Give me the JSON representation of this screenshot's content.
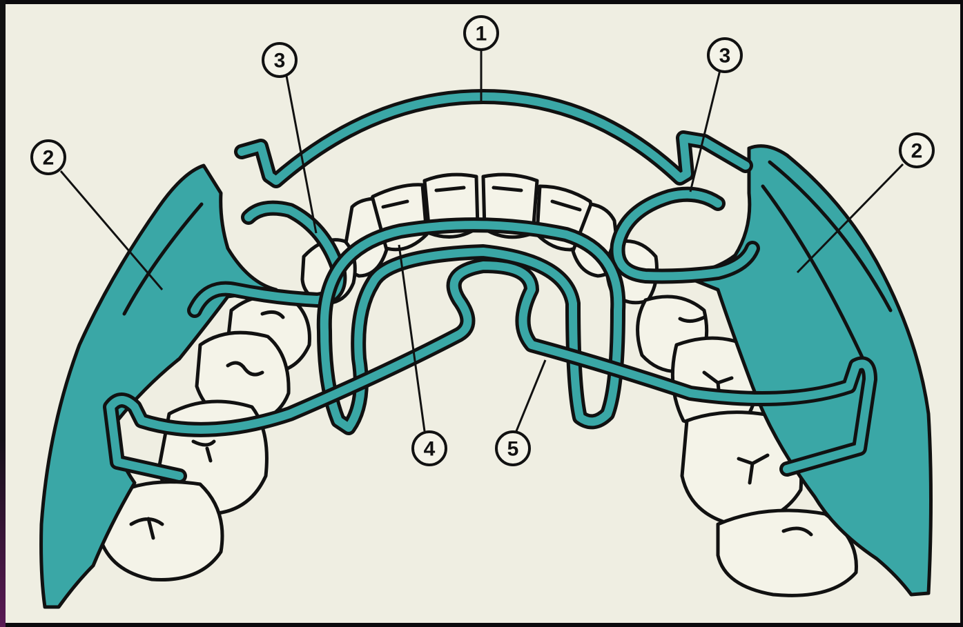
{
  "callouts": {
    "c1": "1",
    "c2_left": "2",
    "c2_right": "2",
    "c3_left": "3",
    "c3_right": "3",
    "c4": "4",
    "c5": "5"
  },
  "colors": {
    "background": "#efeee2",
    "appliance": "#3aa7a6",
    "teeth": "#f4f3e8",
    "outline": "#111111"
  }
}
